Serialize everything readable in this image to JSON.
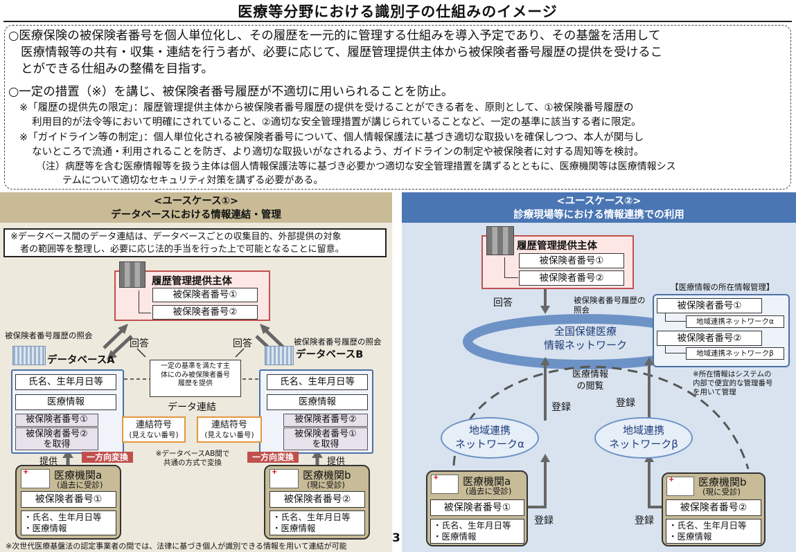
{
  "title": "医療等分野における識別子の仕組みのイメージ",
  "top": {
    "p1_l1": "○医療保険の被保険者番号を個人単位化し、その履歴を一元的に管理する仕組みを導入予定であり、その基盤を活用して",
    "p1_l2": "医療情報等の共有・収集・連結を行う者が、必要に応じて、履歴管理提供主体から被保険者番号履歴の提供を受けるこ",
    "p1_l3": "とができる仕組みの整備を目指す。",
    "p2": "○一定の措置（※）を講じ、被保険者番号履歴が不適切に用いられることを防止。",
    "n1_l1": "※「履歴の提供先の限定」：履歴管理提供主体から被保険者番号履歴の提供を受けることができる者を、原則として、①被保険番号履歴の",
    "n1_l2": "利用目的が法令等において明確にされていること、②適切な安全管理措置が講じられていることなど、一定の基準に該当する者に限定。",
    "n2_l1": "※「ガイドライン等の制定」：個人単位化される被保険者番号について、個人情報保護法に基づき適切な取扱いを確保しつつ、本人が関与し",
    "n2_l2": "ないところで流通・利用されることを防ぎ、より適切な取扱いがなされるよう、ガイドラインの制定や被保険者に対する周知等を検討。",
    "n3_l1": "（注）病歴等を含む医療情報等を扱う主体は個人情報保護法等に基づき必要かつ適切な安全管理措置を講ずるとともに、医療機関等は医療情報シス",
    "n3_l2": "テムについて適切なセキュリティ対策を講ずる必要がある。"
  },
  "left": {
    "head1": "<ユースケース①>",
    "head2": "データベースにおける情報連結・管理",
    "note_l1": "※データベース間のデータ連結は、データベースごとの収集目的、外部提供の対象",
    "note_l2": "者の範囲等を整理し、必要に応じ法的手当を行った上で可能となることに留意。",
    "provider": "履歴管理提供主体",
    "num1": "被保険者番号①",
    "num2": "被保険者番号②",
    "inquiry": "被保険者番号履歴の照会",
    "answer": "回答",
    "dbA": "データベースA",
    "dbB": "データベースB",
    "name": "氏名、生年月日等",
    "medinfo": "医療情報",
    "get1": "被保険者番号①",
    "get1b": "を取得",
    "getb_top": "被保険者番号②",
    "getb2": "被保険者番号①",
    "getb2b": "を取得",
    "get2": "被保険者番号②",
    "criteria_l1": "一定の基準を満たす主",
    "criteria_l2": "体にのみ被保険者番号",
    "criteria_l3": "履歴を提供",
    "link": "データ連結",
    "code": "連結符号",
    "code_sub": "(見えない番号)",
    "oneway": "一方向変換",
    "ab_note_l1": "※データベースAB間で",
    "ab_note_l2": "共通の方式で変換",
    "provide": "提供",
    "hospA": "医療機関a",
    "hospA_sub": "(過去に受診)",
    "hospB": "医療機関b",
    "hospB_sub": "(現に受診)",
    "bullet_name": "・氏名、生年月日等",
    "bullet_med": "・医療情報",
    "footer": "※次世代医療基盤法の認定事業者の間では、法律に基づき個人が識別できる情報を用いて連結が可能"
  },
  "page_num": "3",
  "right": {
    "head1": "<ユースケース②>",
    "head2": "診療現場等における情報連携での利用",
    "provider": "履歴管理提供主体",
    "num1": "被保険者番号①",
    "num2": "被保険者番号②",
    "answer": "回答",
    "inquiry_l1": "被保険者番号履歴の",
    "inquiry_l2": "照会",
    "loc_title": "【医療情報の所在情報管理】",
    "net_a": "地域連携ネットワークα",
    "net_b": "地域連携ネットワークβ",
    "loc_note_l1": "※所在情報はシステムの",
    "loc_note_l2": "内部で便宜的な管理番号",
    "loc_note_l3": "を用いて管理",
    "national_l1": "全国保健医療",
    "national_l2": "情報ネットワーク",
    "browse_l1": "医療情報",
    "browse_l2": "の閲覧",
    "register": "登録",
    "regional": "地域連携",
    "network_a": "ネットワークα",
    "network_b": "ネットワークβ",
    "hospA": "医療機関a",
    "hospA_sub": "(過去に受診)",
    "hospB": "医療機関b",
    "hospB_sub": "(現に受診)",
    "bullet_name": "・氏名、生年月日等",
    "bullet_med": "・医療情報"
  }
}
